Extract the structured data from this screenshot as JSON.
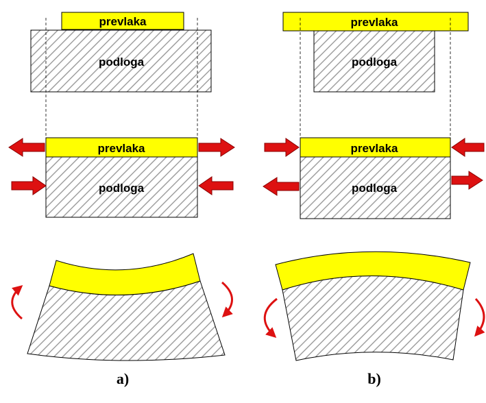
{
  "diagram": {
    "coating_label": "prevlaka",
    "substrate_label": "podloga",
    "colors": {
      "coating": "#ffff00",
      "substrate_hatch": "#a0a0a0",
      "arrow": "#dd1111",
      "outline": "#000000"
    },
    "panels": [
      {
        "caption": "a)"
      },
      {
        "caption": "b)"
      }
    ]
  }
}
